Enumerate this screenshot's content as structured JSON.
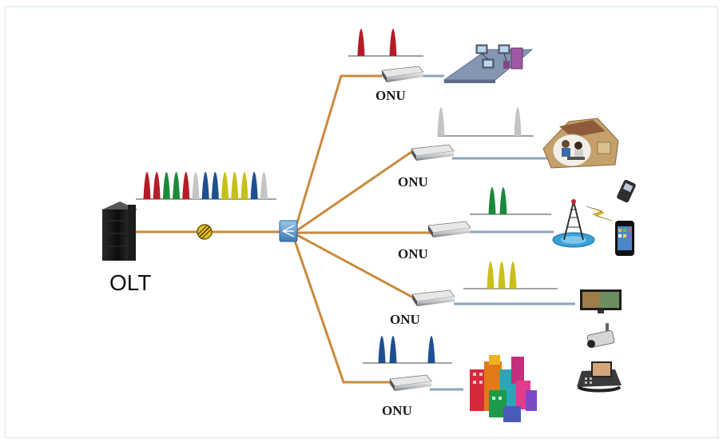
{
  "diagram": {
    "olt_label": "OLT",
    "onu_labels": [
      "ONU",
      "ONU",
      "ONU",
      "ONU",
      "ONU"
    ],
    "colors": {
      "fiber": "#c98a3c",
      "red": "#b51c28",
      "green": "#1b8a3a",
      "gray": "#c4c4c4",
      "blue": "#1f4f8f",
      "yellow": "#c8bf1a"
    },
    "olt_signal_sequence": [
      "red",
      "red",
      "green",
      "green",
      "red",
      "gray",
      "blue",
      "blue",
      "yellow",
      "yellow",
      "yellow",
      "blue",
      "gray"
    ],
    "onu_signals": [
      [
        "red",
        "red"
      ],
      [
        "gray",
        "gray"
      ],
      [
        "green",
        "green"
      ],
      [
        "yellow",
        "yellow",
        "yellow"
      ],
      [
        "blue",
        "blue",
        "blue"
      ]
    ],
    "icons": {
      "olt": "server-rack-icon",
      "splitter": "optical-splitter-icon",
      "attenuator": "fiber-connector-icon",
      "endpoints": [
        "office-network-icon",
        "home-user-icon",
        "cell-tower-icon",
        "surveillance-video-icon",
        "buildings-icon"
      ]
    }
  }
}
